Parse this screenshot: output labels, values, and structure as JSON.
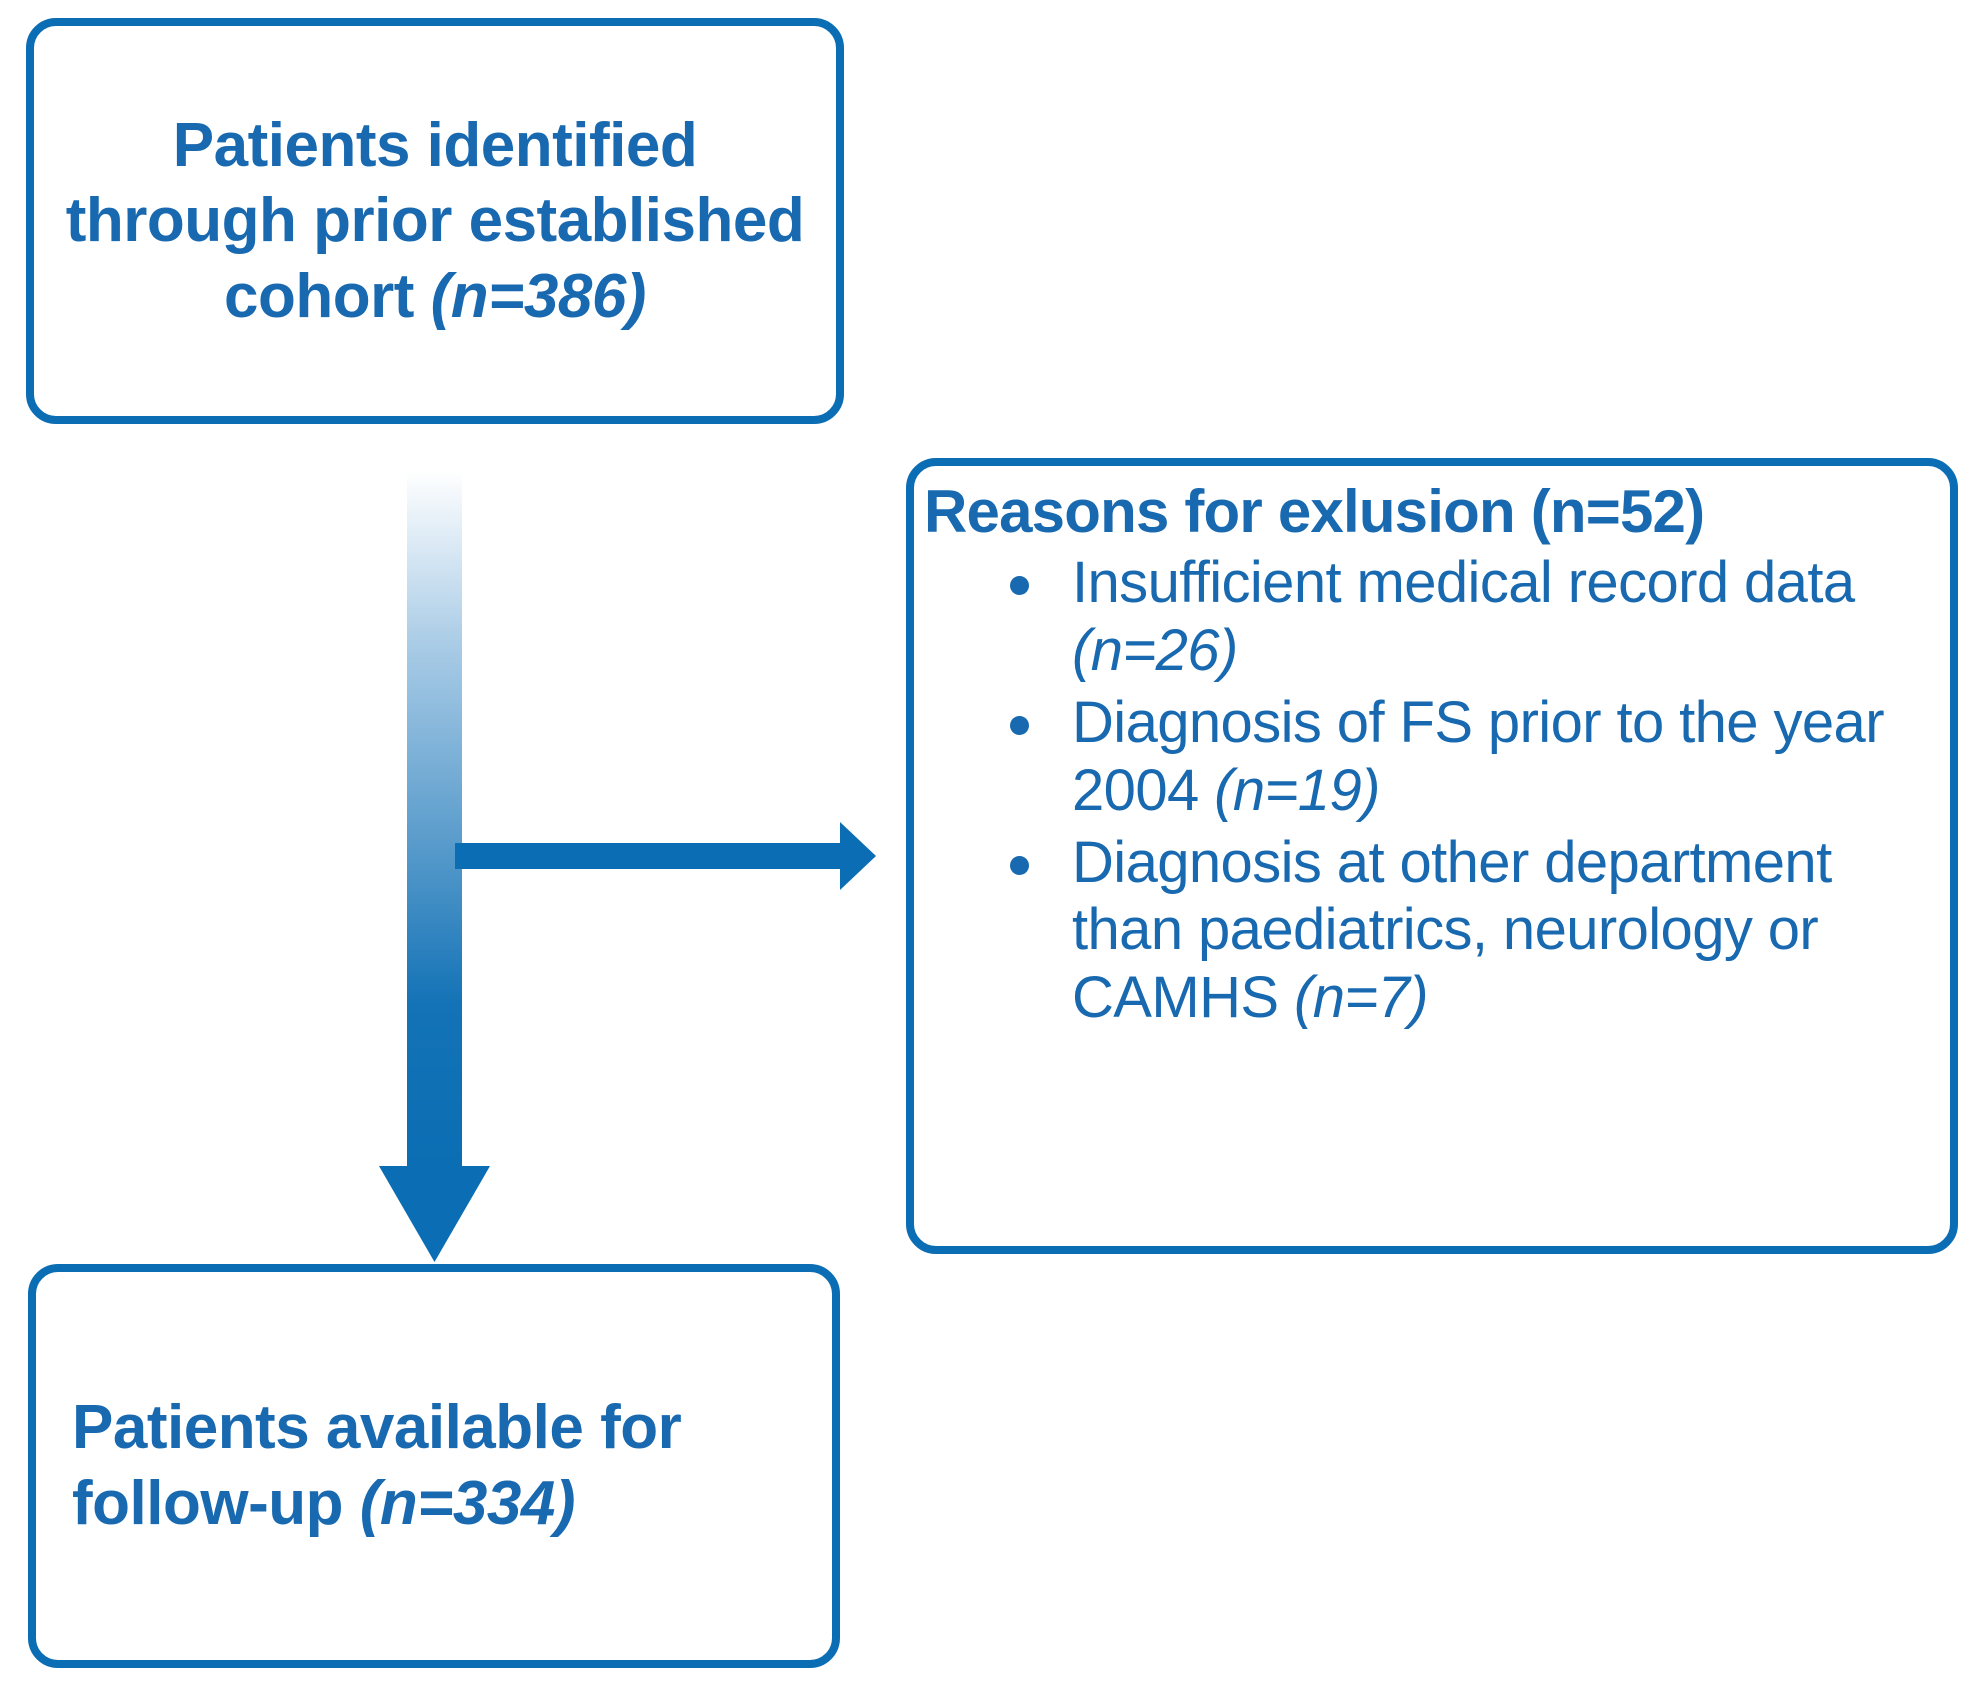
{
  "diagram": {
    "type": "flowchart",
    "title": "Patient selection flow diagram",
    "colors": {
      "border": "#0B6DB3",
      "text": "#1869B0",
      "arrow": "#0B6DB3",
      "background": "#FFFFFF"
    },
    "nodes": {
      "identified": {
        "id": "patients-identified",
        "line1": "Patients identified",
        "line2": "through prior established",
        "line3_text": "cohort ",
        "line3_count": "(n=386)",
        "n": 386
      },
      "exclusion": {
        "id": "reasons-for-exclusion",
        "title": "Reasons for exlusion (n=52)",
        "n": 52,
        "items": [
          {
            "text": "Insufficient medical record data ",
            "count": "(n=26)",
            "n": 26
          },
          {
            "text": "Diagnosis of FS prior to the year 2004 ",
            "count": "(n=19)",
            "n": 19
          },
          {
            "text": "Diagnosis at other department than paediatrics, neurology or CAMHS ",
            "count": "(n=7)",
            "n": 7
          }
        ]
      },
      "followup": {
        "id": "patients-available-followup",
        "line1": "Patients available for",
        "line2_text": "follow-up ",
        "line2_count": "(n=334)",
        "n": 334
      }
    },
    "connectors": {
      "main_down": {
        "name": "main-flow-arrow",
        "direction": "down",
        "style": "gradient-fade-to-solid"
      },
      "branch_right": {
        "name": "exclusion-branch-arrow",
        "direction": "right",
        "style": "solid"
      }
    }
  }
}
